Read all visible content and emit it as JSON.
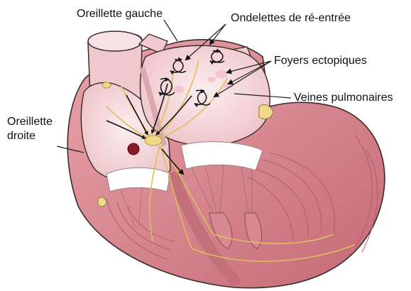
{
  "labels": {
    "left_atrium": "Oreillette gauche",
    "reentry_wavelets": "Ondelettes de ré-entrée",
    "ectopic_foci": "Foyers ectopiques",
    "pulmonary_veins": "Veines pulmonaires",
    "right_atrium_line1": "Oreillette",
    "right_atrium_line2": "droite"
  },
  "colors": {
    "myocardium": "#e8a0a6",
    "myocardium_dark": "#b85a66",
    "atrium_wall": "#f3d3d6",
    "atrium_inner": "#f7e4e6",
    "valve": "#ffffff",
    "conduction": "#d9c05a",
    "node": "#f0d98a",
    "outline": "#3a2a2a",
    "leader": "#222222"
  }
}
